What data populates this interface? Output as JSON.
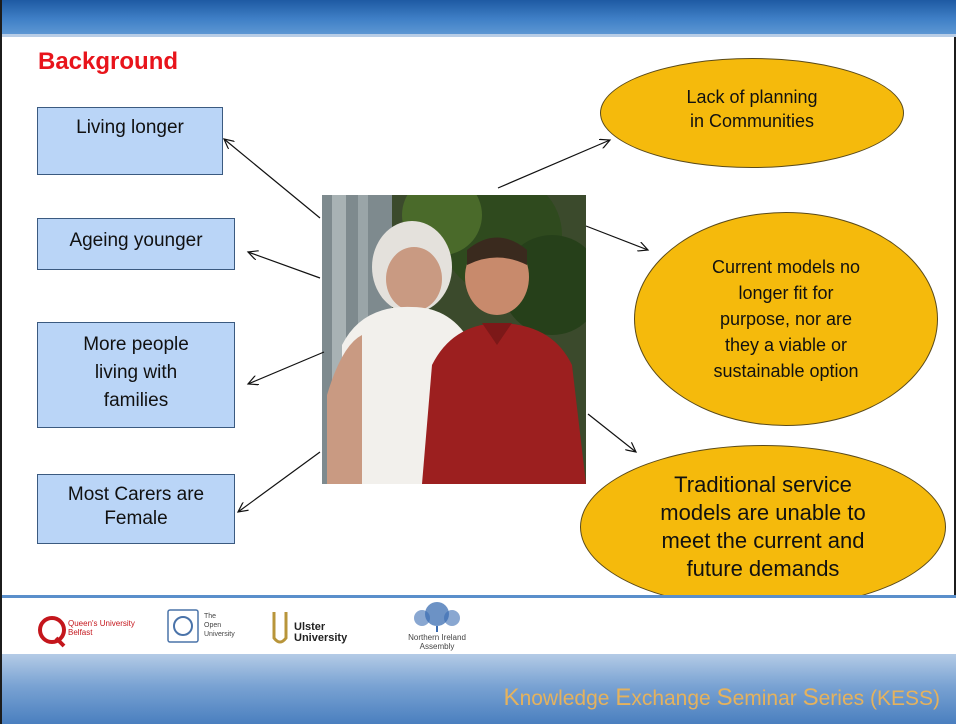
{
  "slide": {
    "title": "Background"
  },
  "left_boxes": [
    {
      "lines": [
        "Living longer"
      ]
    },
    {
      "lines": [
        "Ageing younger"
      ]
    },
    {
      "lines": [
        "More people",
        "living with",
        "families"
      ]
    },
    {
      "lines": [
        "Most Carers are",
        "Female"
      ]
    }
  ],
  "right_ellipses": [
    {
      "lines": [
        "Lack of planning",
        "in Communities"
      ]
    },
    {
      "lines": [
        "Current models no",
        "longer fit for",
        "purpose, nor are",
        "they a viable or",
        "sustainable option"
      ]
    },
    {
      "lines": [
        "Traditional service",
        "models are unable to",
        "meet the current and",
        "future demands"
      ]
    }
  ],
  "logos": {
    "queens": [
      "Queen's University",
      "Belfast"
    ],
    "open": [
      "The Open",
      "University"
    ],
    "ulster": [
      "Ulster",
      "University"
    ],
    "ni_assembly": [
      "Northern Ireland",
      "Assembly"
    ]
  },
  "footer": {
    "parts": [
      {
        "cap": "K",
        "rest": "nowledge "
      },
      {
        "cap": "E",
        "rest": "xchange "
      },
      {
        "cap": "S",
        "rest": "eminar "
      },
      {
        "cap": "S",
        "rest": "eries (KESS)"
      }
    ]
  },
  "colors": {
    "title": "#e8141b",
    "box_fill": "#bad5f7",
    "ellipse_fill": "#f5ba0c",
    "footer_text": "#e5b25d",
    "header_bar": "#2f6db6"
  }
}
